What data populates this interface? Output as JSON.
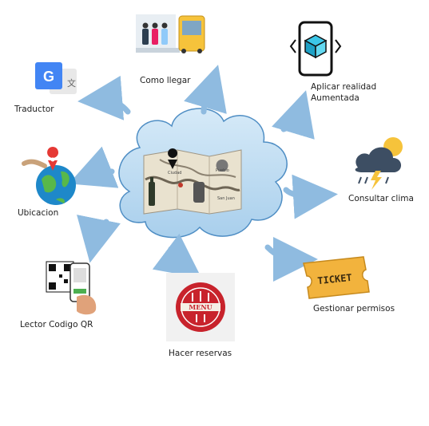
{
  "nodes": {
    "como_llegar": "Como llegar",
    "realidad_line1": "Aplicar realidad",
    "realidad_line2": "Aumentada",
    "traductor": "Traductor",
    "clima": "Consultar clima",
    "ubicacion": "Ubicacion",
    "permisos": "Gestionar permisos",
    "lector_qr": "Lector Codigo QR",
    "reservas": "Hacer reservas"
  },
  "map": {
    "city1": "Ciudad",
    "city2": "Pueblo",
    "city3": "San Juan"
  },
  "badges": {
    "ticket": "TICKET",
    "menu": "MENU"
  },
  "colors": {
    "cloud_fill": "#bfdcf2",
    "cloud_stroke": "#4f8ec4",
    "arrow": "#8fbbe0",
    "ticket": "#f2b33d",
    "menu_red": "#c8232c"
  }
}
